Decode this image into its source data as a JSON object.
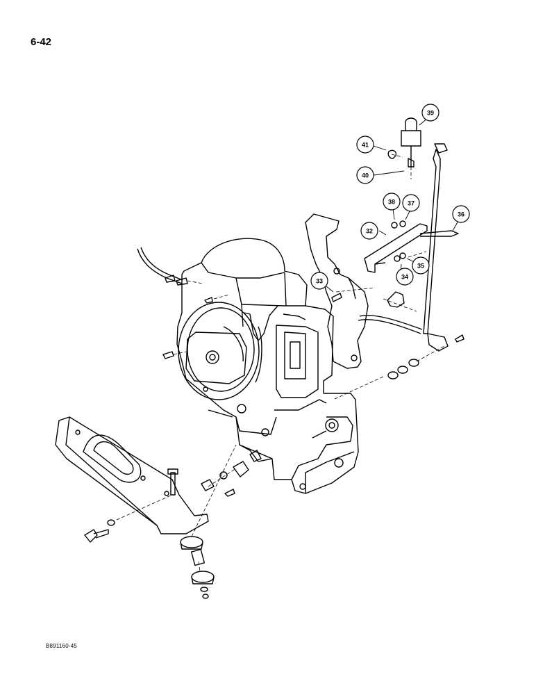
{
  "page": {
    "number": "6-42",
    "figure_code": "B891160-45"
  },
  "callouts": [
    {
      "id": "c32",
      "label": "32"
    },
    {
      "id": "c33",
      "label": "33"
    },
    {
      "id": "c34",
      "label": "34"
    },
    {
      "id": "c35",
      "label": "35"
    },
    {
      "id": "c36",
      "label": "36"
    },
    {
      "id": "c37",
      "label": "37"
    },
    {
      "id": "c38",
      "label": "38"
    },
    {
      "id": "c39",
      "label": "39"
    },
    {
      "id": "c40",
      "label": "40"
    },
    {
      "id": "c41",
      "label": "41"
    }
  ]
}
